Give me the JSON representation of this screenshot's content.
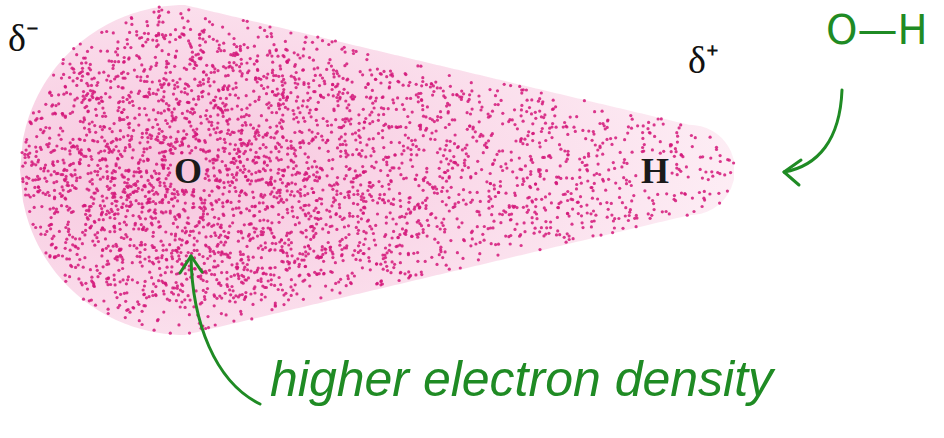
{
  "diagram": {
    "labels": [
      "δ⁻",
      "δ⁺",
      "O",
      "H",
      "O—H",
      "higher electron density"
    ]
  }
}
